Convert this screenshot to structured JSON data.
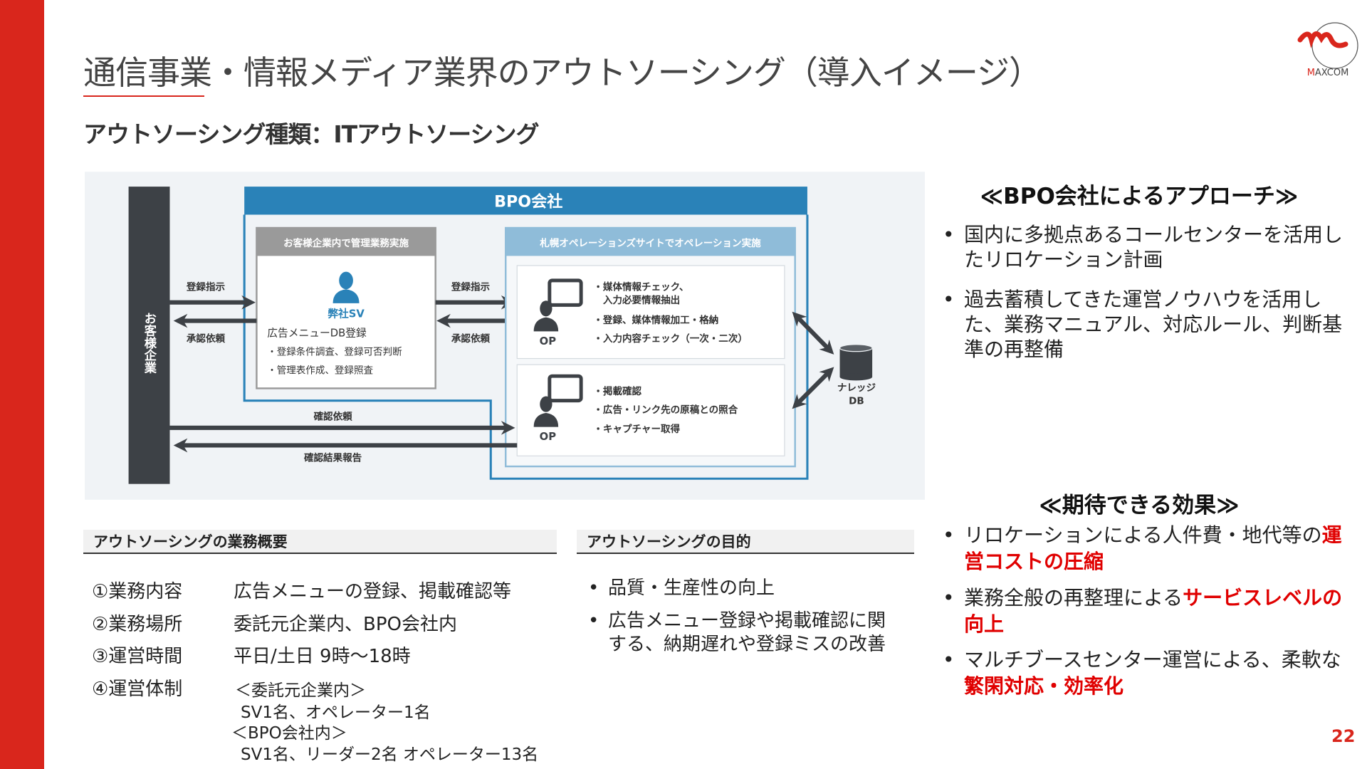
{
  "header": {
    "title": "通信事業・情報メディア業界のアウトソーシング（導入イメージ）",
    "subtitle": "アウトソーシング種類：ITアウトソーシング",
    "logo_text": "MAXCOM"
  },
  "diagram": {
    "customer": "お客様企業",
    "bpo_title": "BPO会社",
    "left_box_header": "お客様企業内で管理業務実施",
    "sv_label": "弊社SV",
    "sv_task": "広告メニューDB登録",
    "sv_bullets": [
      "・登録条件調査、登録可否判断",
      "・管理表作成、登録照査"
    ],
    "arrow_register_1": "登録指示",
    "arrow_approve_1": "承認依頼",
    "arrow_register_2": "登録指示",
    "arrow_approve_2": "承認依頼",
    "arrow_confirm_request": "確認依頼",
    "arrow_confirm_report": "確認結果報告",
    "right_box_header": "札幌オペレーションズサイトでオペレーション実施",
    "op_label_1": "OP",
    "op_label_2": "OP",
    "op1_bullets": [
      "・媒体情報チェック、",
      "　入力必要情報抽出",
      "・登録、媒体情報加工・格納",
      "・入力内容チェック（一次・二次）"
    ],
    "op2_bullets": [
      "・掲載確認",
      "・広告・リンク先の原稿との照合",
      "・キャプチャー取得"
    ],
    "db_label_1": "ナレッジ",
    "db_label_2": "DB"
  },
  "approach": {
    "heading": "≪BPO会社によるアプローチ≫",
    "items": [
      "国内に多拠点あるコールセンターを活用したリロケーション計画",
      "過去蓄積してきた運営ノウハウを活用した、業務マニュアル、対応ルール、判断基準の再整備"
    ]
  },
  "effects": {
    "heading": "≪期待できる効果≫",
    "items": [
      {
        "text": "リロケーションによる人件費・地代等の",
        "highlight": "運営コストの圧縮"
      },
      {
        "text": "業務全般の再整理による",
        "highlight": "サービスレベルの向上"
      },
      {
        "text": "マルチブースセンター運営による、柔軟な",
        "highlight": "繁閑対応・効率化"
      }
    ]
  },
  "overview": {
    "heading": "アウトソーシングの業務概要",
    "rows": [
      {
        "label": "①業務内容",
        "value": "広告メニューの登録、掲載確認等"
      },
      {
        "label": "②業務場所",
        "value": "委託元企業内、BPO会社内"
      },
      {
        "label": "③運営時間",
        "value": "平日/土日 9時～18時"
      },
      {
        "label": "④運営体制",
        "value": "＜委託元企業内＞"
      }
    ],
    "structure_lines": [
      "SV1名、オペレーター1名",
      "＜BPO会社内＞",
      "SV1名、リーダー2名 オペレーター13名"
    ]
  },
  "purpose": {
    "heading": "アウトソーシングの目的",
    "items": [
      "品質・生産性の向上",
      "広告メニュー登録や掲載確認に関する、納期遅れや登録ミスの改善"
    ]
  },
  "page_number": "22",
  "colors": {
    "accent_red": "#d9261c",
    "bpo_blue": "#2a82b8",
    "highlight_red": "#e00000"
  }
}
